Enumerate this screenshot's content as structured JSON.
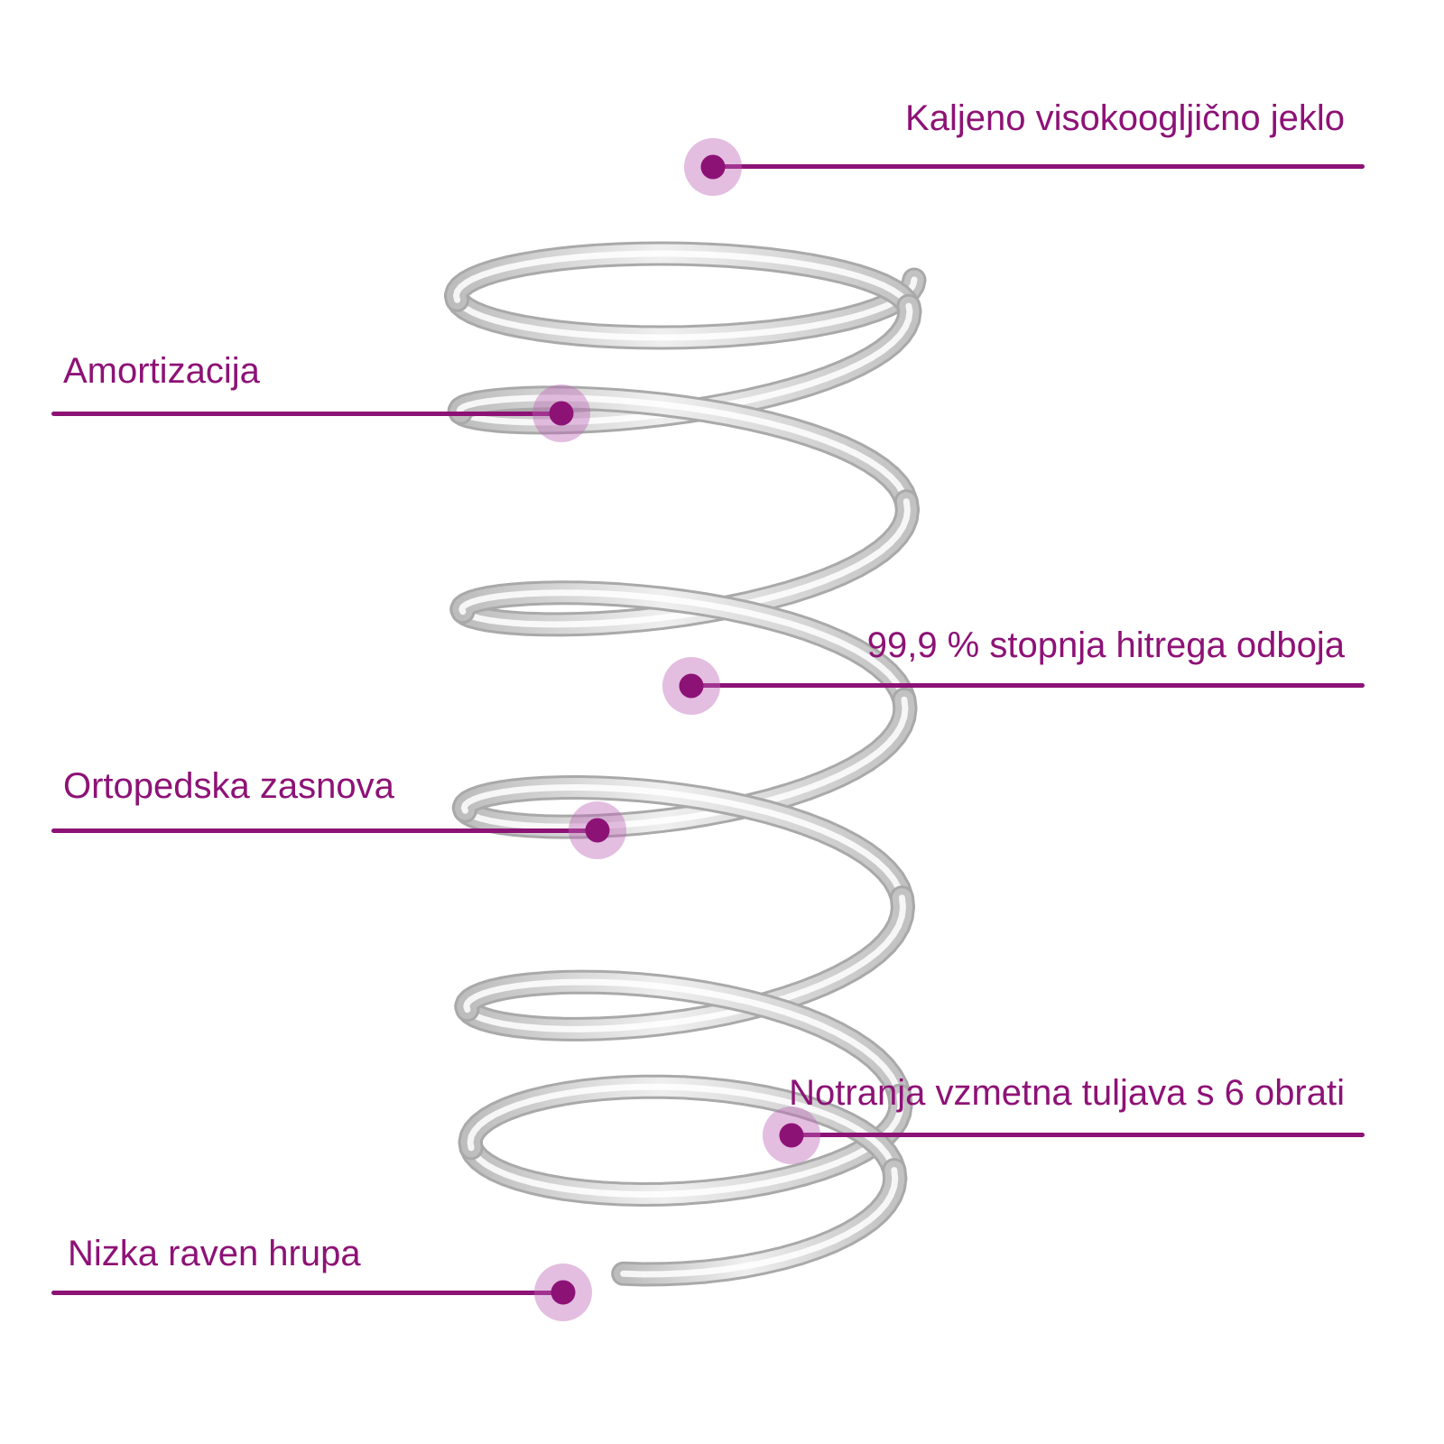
{
  "colors": {
    "accent": "#8D1276",
    "dot": "#8D1276",
    "halo": "rgba(188, 100, 180, 0.42)"
  },
  "callouts": [
    {
      "label": "Kaljeno visokoogljično jeklo"
    },
    {
      "label": "Amortizacija"
    },
    {
      "label": "99,9 % stopnja hitrega odboja"
    },
    {
      "label": "Ortopedska zasnova"
    },
    {
      "label": "Notranja vzmetna tuljava s 6 obrati"
    },
    {
      "label": "Nizka raven hrupa"
    }
  ]
}
